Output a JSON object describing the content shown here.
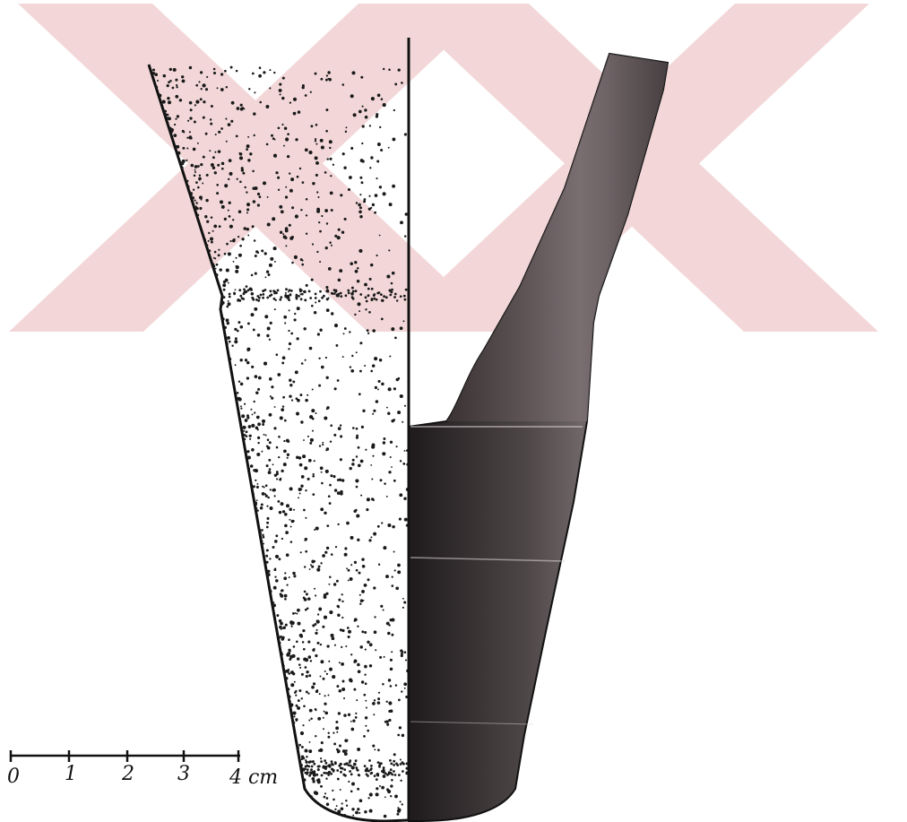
{
  "scale_bar": {
    "labels": [
      "0",
      "1",
      "2",
      "3",
      "4 cm"
    ]
  },
  "colors": {
    "paper": "#ffffff",
    "ink": "#111111",
    "watermark": "#e9b8ba",
    "exterior_fill": "#4a4445",
    "exterior_highlight": "#8a8082"
  },
  "watermark_icon": "x-logo-watermark"
}
